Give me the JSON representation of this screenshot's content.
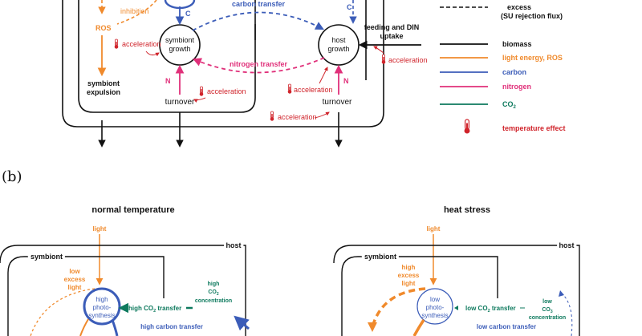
{
  "top": {
    "labels": {
      "inhibition": "inhibition",
      "ros": "ROS",
      "carbon_transfer": "carbon transfer",
      "c_left": "C",
      "c_right": "C",
      "symbiont_growth_l1": "symbiont",
      "symbiont_growth_l2": "growth",
      "host_growth_l1": "host",
      "host_growth_l2": "growth",
      "nitrogen_transfer": "nitrogen transfer",
      "feeding_l1": "feeding and DIN",
      "feeding_l2": "uptake",
      "acceleration": "acceleration",
      "symbiont_expulsion_l1": "symbiont",
      "symbiont_expulsion_l2": "expulsion",
      "n": "N",
      "turnover": "turnover"
    },
    "legend": [
      {
        "label": "excess",
        "label2": "(SU rejection flux)",
        "style": "dashed",
        "color": "#111111"
      },
      {
        "label": "biomass",
        "style": "solid",
        "color": "#111111"
      },
      {
        "label": "light energy, ROS",
        "style": "solid",
        "color": "#f08a2c"
      },
      {
        "label": "carbon",
        "style": "solid",
        "color": "#3b5cb8"
      },
      {
        "label": "nitrogen",
        "style": "solid",
        "color": "#e0307a"
      },
      {
        "label": "CO",
        "sub": "2",
        "style": "solid",
        "color": "#0e7a5e"
      },
      {
        "label": "temperature effect",
        "style": "thermometer",
        "color": "#d0242b"
      }
    ]
  },
  "panel_b": {
    "letter": "(b)",
    "normal": {
      "title": "normal temperature",
      "light": "light",
      "host": "host",
      "symbiont": "symbiont",
      "excess_l1": "low",
      "excess_l2": "excess",
      "excess_l3": "light",
      "circle_l1": "high",
      "circle_l2": "photo-",
      "circle_l3": "synthesis",
      "co2_transfer": "high CO",
      "co2_transfer_sub": "2",
      "co2_transfer_tail": " transfer",
      "co2_conc_l1": "high",
      "co2_conc_l2": "CO",
      "co2_conc_l2_sub": "2",
      "co2_conc_l3": "concentration",
      "carbon_transfer": "high carbon transfer"
    },
    "heat": {
      "title": "heat stress",
      "light": "light",
      "host": "host",
      "symbiont": "symbiont",
      "excess_l1": "high",
      "excess_l2": "excess",
      "excess_l3": "light",
      "circle_l1": "low",
      "circle_l2": "photo-",
      "circle_l3": "synthesis",
      "co2_transfer": "low CO",
      "co2_transfer_sub": "2",
      "co2_transfer_tail": " transfer",
      "co2_conc_l1": "low",
      "co2_conc_l2": "CO",
      "co2_conc_l2_sub": "3",
      "co2_conc_l3": "concentration",
      "carbon_transfer": "low carbon transfer"
    }
  },
  "colors": {
    "orange": "#f08a2c",
    "blue": "#3b5cb8",
    "pink": "#e0307a",
    "green": "#0e7a5e",
    "red": "#d0242b",
    "black": "#111111"
  }
}
